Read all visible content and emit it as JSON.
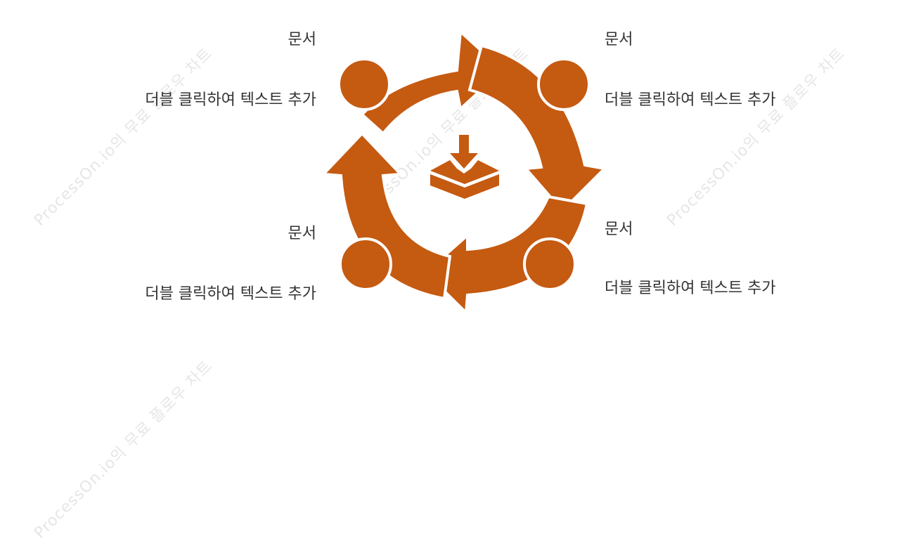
{
  "diagram": {
    "accent_color": "#C55A11",
    "center_icon": "download-tray-icon",
    "items": [
      {
        "title": "문서",
        "body": "더블 클릭하여 텍스트 추가"
      },
      {
        "title": "문서",
        "body": "더블 클릭하여 텍스트 추가"
      },
      {
        "title": "문서",
        "body": "더블 클릭하여 텍스트 추가"
      },
      {
        "title": "문서",
        "body": "더블 클릭하여 텍스트 추가"
      }
    ]
  },
  "watermark": {
    "text": "ProcessOn.io의 무료 플로우 차트"
  }
}
